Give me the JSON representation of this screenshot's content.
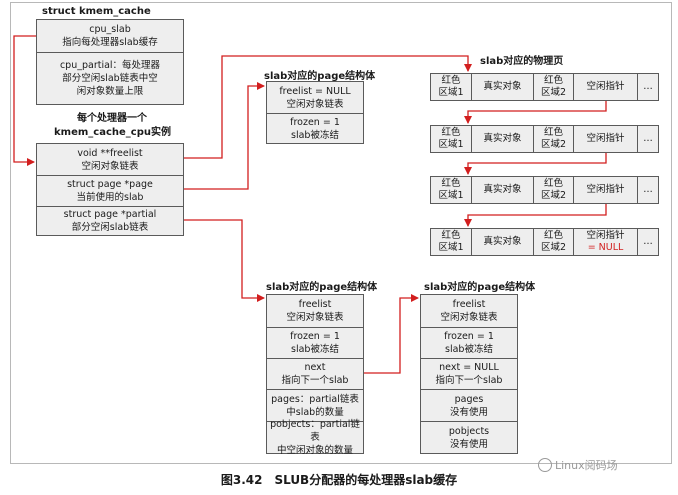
{
  "kmem_cache": {
    "title": "struct kmem_cache",
    "cells": [
      [
        "cpu_slab",
        "指向每处理器slab缓存"
      ],
      [
        "cpu_partial：每处理器",
        "部分空闲slab链表中空",
        "闲对象数量上限"
      ]
    ]
  },
  "cpu_cache": {
    "title_lines": [
      "每个处理器一个",
      "kmem_cache_cpu实例"
    ],
    "cells": [
      [
        "void **freelist",
        "空闲对象链表"
      ],
      [
        "struct page *page",
        "当前使用的slab"
      ],
      [
        "struct page *partial",
        "部分空闲slab链表"
      ]
    ]
  },
  "page_top": {
    "title": "slab对应的page结构体",
    "cells": [
      [
        "freelist = NULL",
        "空闲对象链表"
      ],
      [
        "frozen = 1",
        "slab被冻结"
      ]
    ]
  },
  "physical": {
    "title": "slab对应的物理页",
    "rows": [
      [
        [
          "红色",
          "区域1"
        ],
        [
          "真实对象"
        ],
        [
          "红色",
          "区域2"
        ],
        [
          "空闲指针"
        ],
        [
          "…"
        ]
      ],
      [
        [
          "红色",
          "区域1"
        ],
        [
          "真实对象"
        ],
        [
          "红色",
          "区域2"
        ],
        [
          "空闲指针"
        ],
        [
          "…"
        ]
      ],
      [
        [
          "红色",
          "区域1"
        ],
        [
          "真实对象"
        ],
        [
          "红色",
          "区域2"
        ],
        [
          "空闲指针"
        ],
        [
          "…"
        ]
      ],
      [
        [
          "红色",
          "区域1"
        ],
        [
          "真实对象"
        ],
        [
          "红色",
          "区域2"
        ],
        [
          "空闲指针",
          "= NULL"
        ],
        [
          "…"
        ]
      ]
    ]
  },
  "partial_page1": {
    "title": "slab对应的page结构体",
    "cells": [
      [
        "freelist",
        "空闲对象链表"
      ],
      [
        "frozen = 1",
        "slab被冻结"
      ],
      [
        "next",
        "指向下一个slab"
      ],
      [
        "pages：partial链表",
        "中slab的数量"
      ],
      [
        "pobjects：partial链表",
        "中空闲对象的数量"
      ]
    ]
  },
  "partial_page2": {
    "title": "slab对应的page结构体",
    "cells": [
      [
        "freelist",
        "空闲对象链表"
      ],
      [
        "frozen = 1",
        "slab被冻结"
      ],
      [
        "next = NULL",
        "指向下一个slab"
      ],
      [
        "pages",
        "没有使用"
      ],
      [
        "pobjects",
        "没有使用"
      ]
    ]
  },
  "caption": "图3.42　SLUB分配器的每处理器slab缓存",
  "watermark": "Linux阅码场",
  "colors": {
    "arrow": "#d21e1e",
    "box_fill": "#eeeeee",
    "border": "#5a5a5a"
  }
}
